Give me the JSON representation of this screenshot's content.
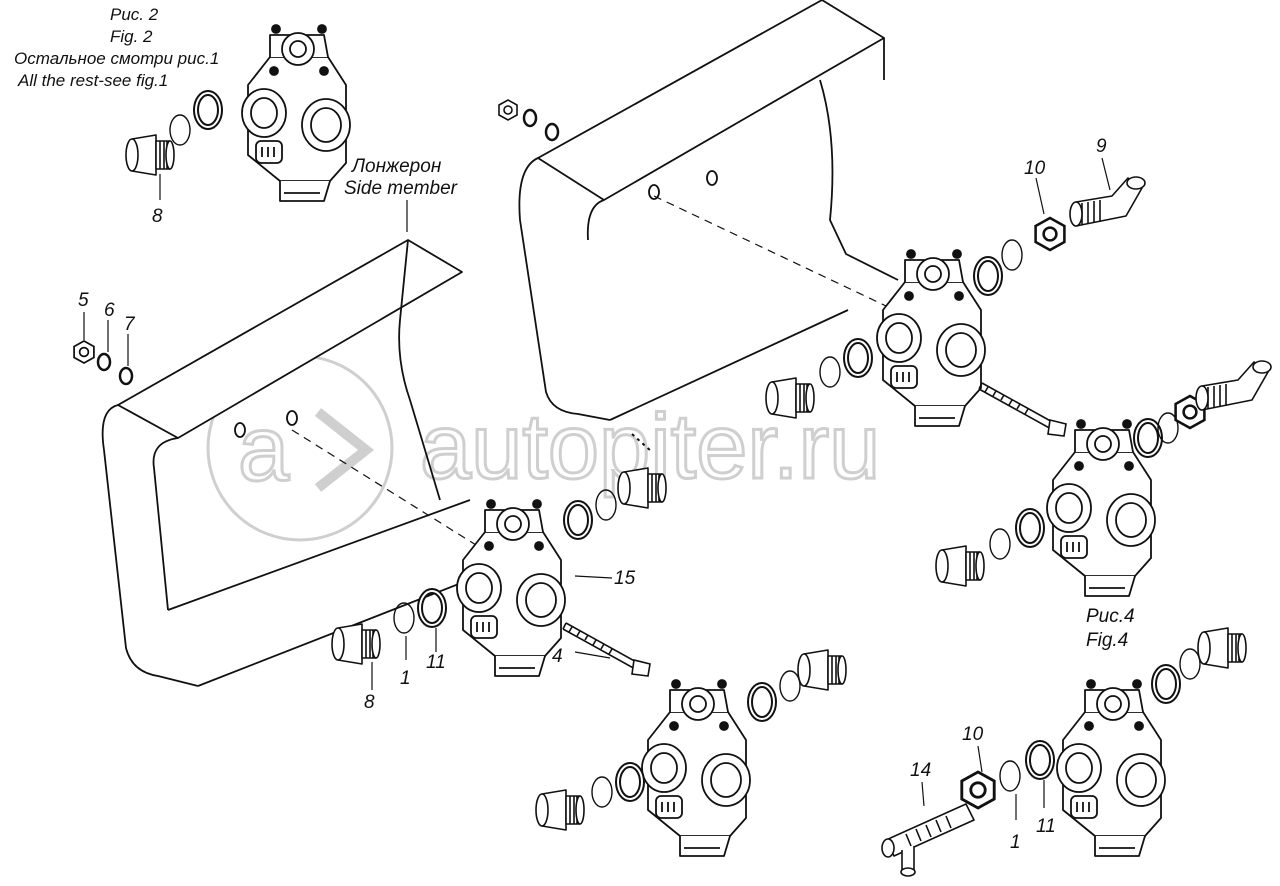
{
  "captions": {
    "fig2_ru": "Рис. 2",
    "fig2_en": "Fig. 2",
    "rest_ru": "Остальное смотри рис.1",
    "rest_en": "All the rest-see fig.1",
    "side_ru": "Лонжерон",
    "side_en": "Side member",
    "fig4_ru": "Рис.4",
    "fig4_en": "Fig.4"
  },
  "callouts": {
    "c8a": "8",
    "c5": "5",
    "c6": "6",
    "c7": "7",
    "c9": "9",
    "c10a": "10",
    "c15": "15",
    "c4": "4",
    "c1a": "1",
    "c11a": "11",
    "c8b": "8",
    "c14": "14",
    "c10b": "10",
    "c1b": "1",
    "c11b": "11"
  },
  "watermark": {
    "text": "autopiter.ru"
  }
}
